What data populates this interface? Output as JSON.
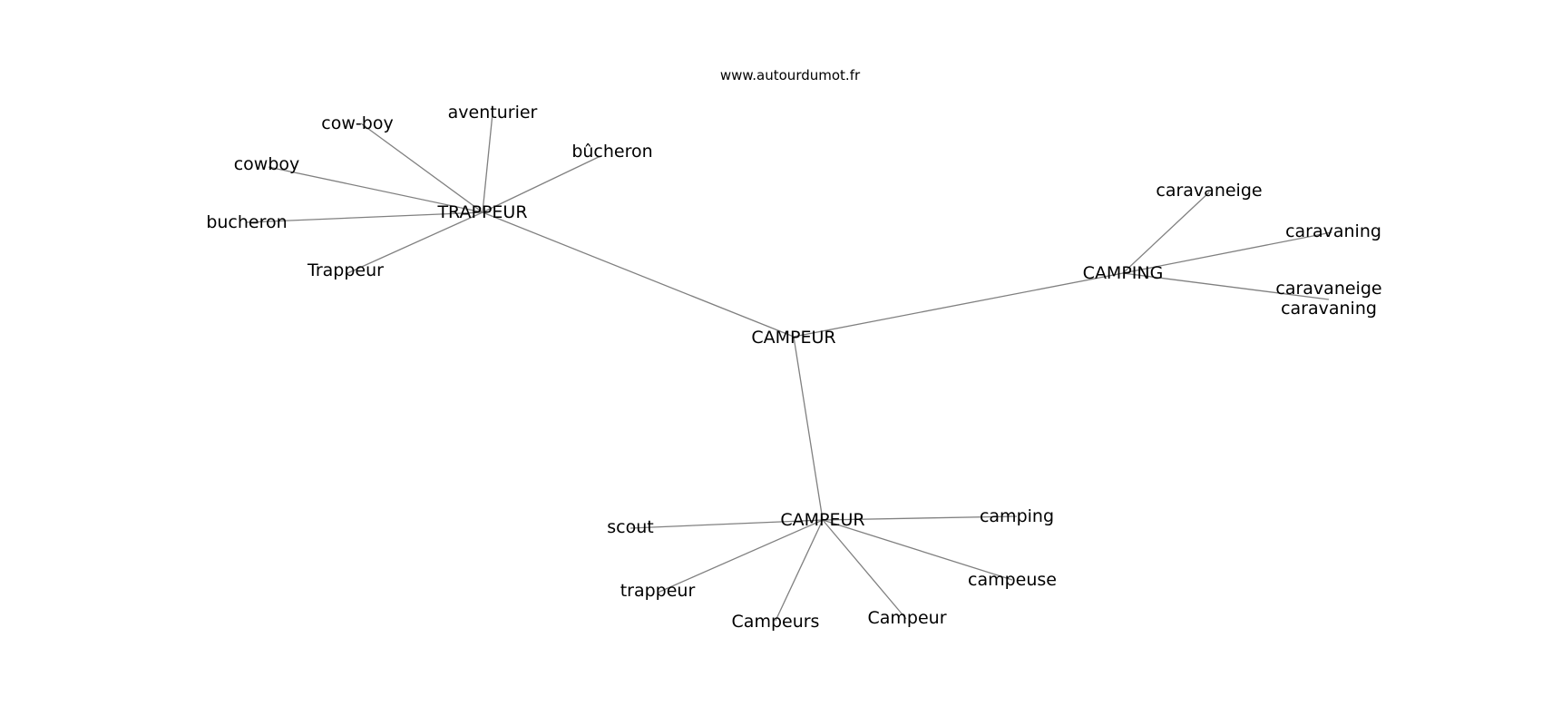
{
  "site": "www.autourdumot.fr",
  "nodes": {
    "campeur_center": "CAMPEUR",
    "trappeur_hub": "TRAPPEUR",
    "camping_hub": "CAMPING",
    "campeur_hub": "CAMPEUR",
    "cow_boy": "cow-boy",
    "aventurier": "aventurier",
    "bucheron_accent": "bûcheron",
    "cowboy": "cowboy",
    "bucheron": "bucheron",
    "trappeur_cap": "Trappeur",
    "caravaneige": "caravaneige",
    "caravaning": "caravaning",
    "caravaneige_caravaning_1": "caravaneige",
    "caravaneige_caravaning_2": "caravaning",
    "scout": "scout",
    "camping": "camping",
    "trappeur": "trappeur",
    "campeuse": "campeuse",
    "campeurs": "Campeurs",
    "campeur_cap": "Campeur"
  },
  "colors": {
    "edge": "#808080",
    "text": "#000000",
    "background": "#ffffff"
  }
}
